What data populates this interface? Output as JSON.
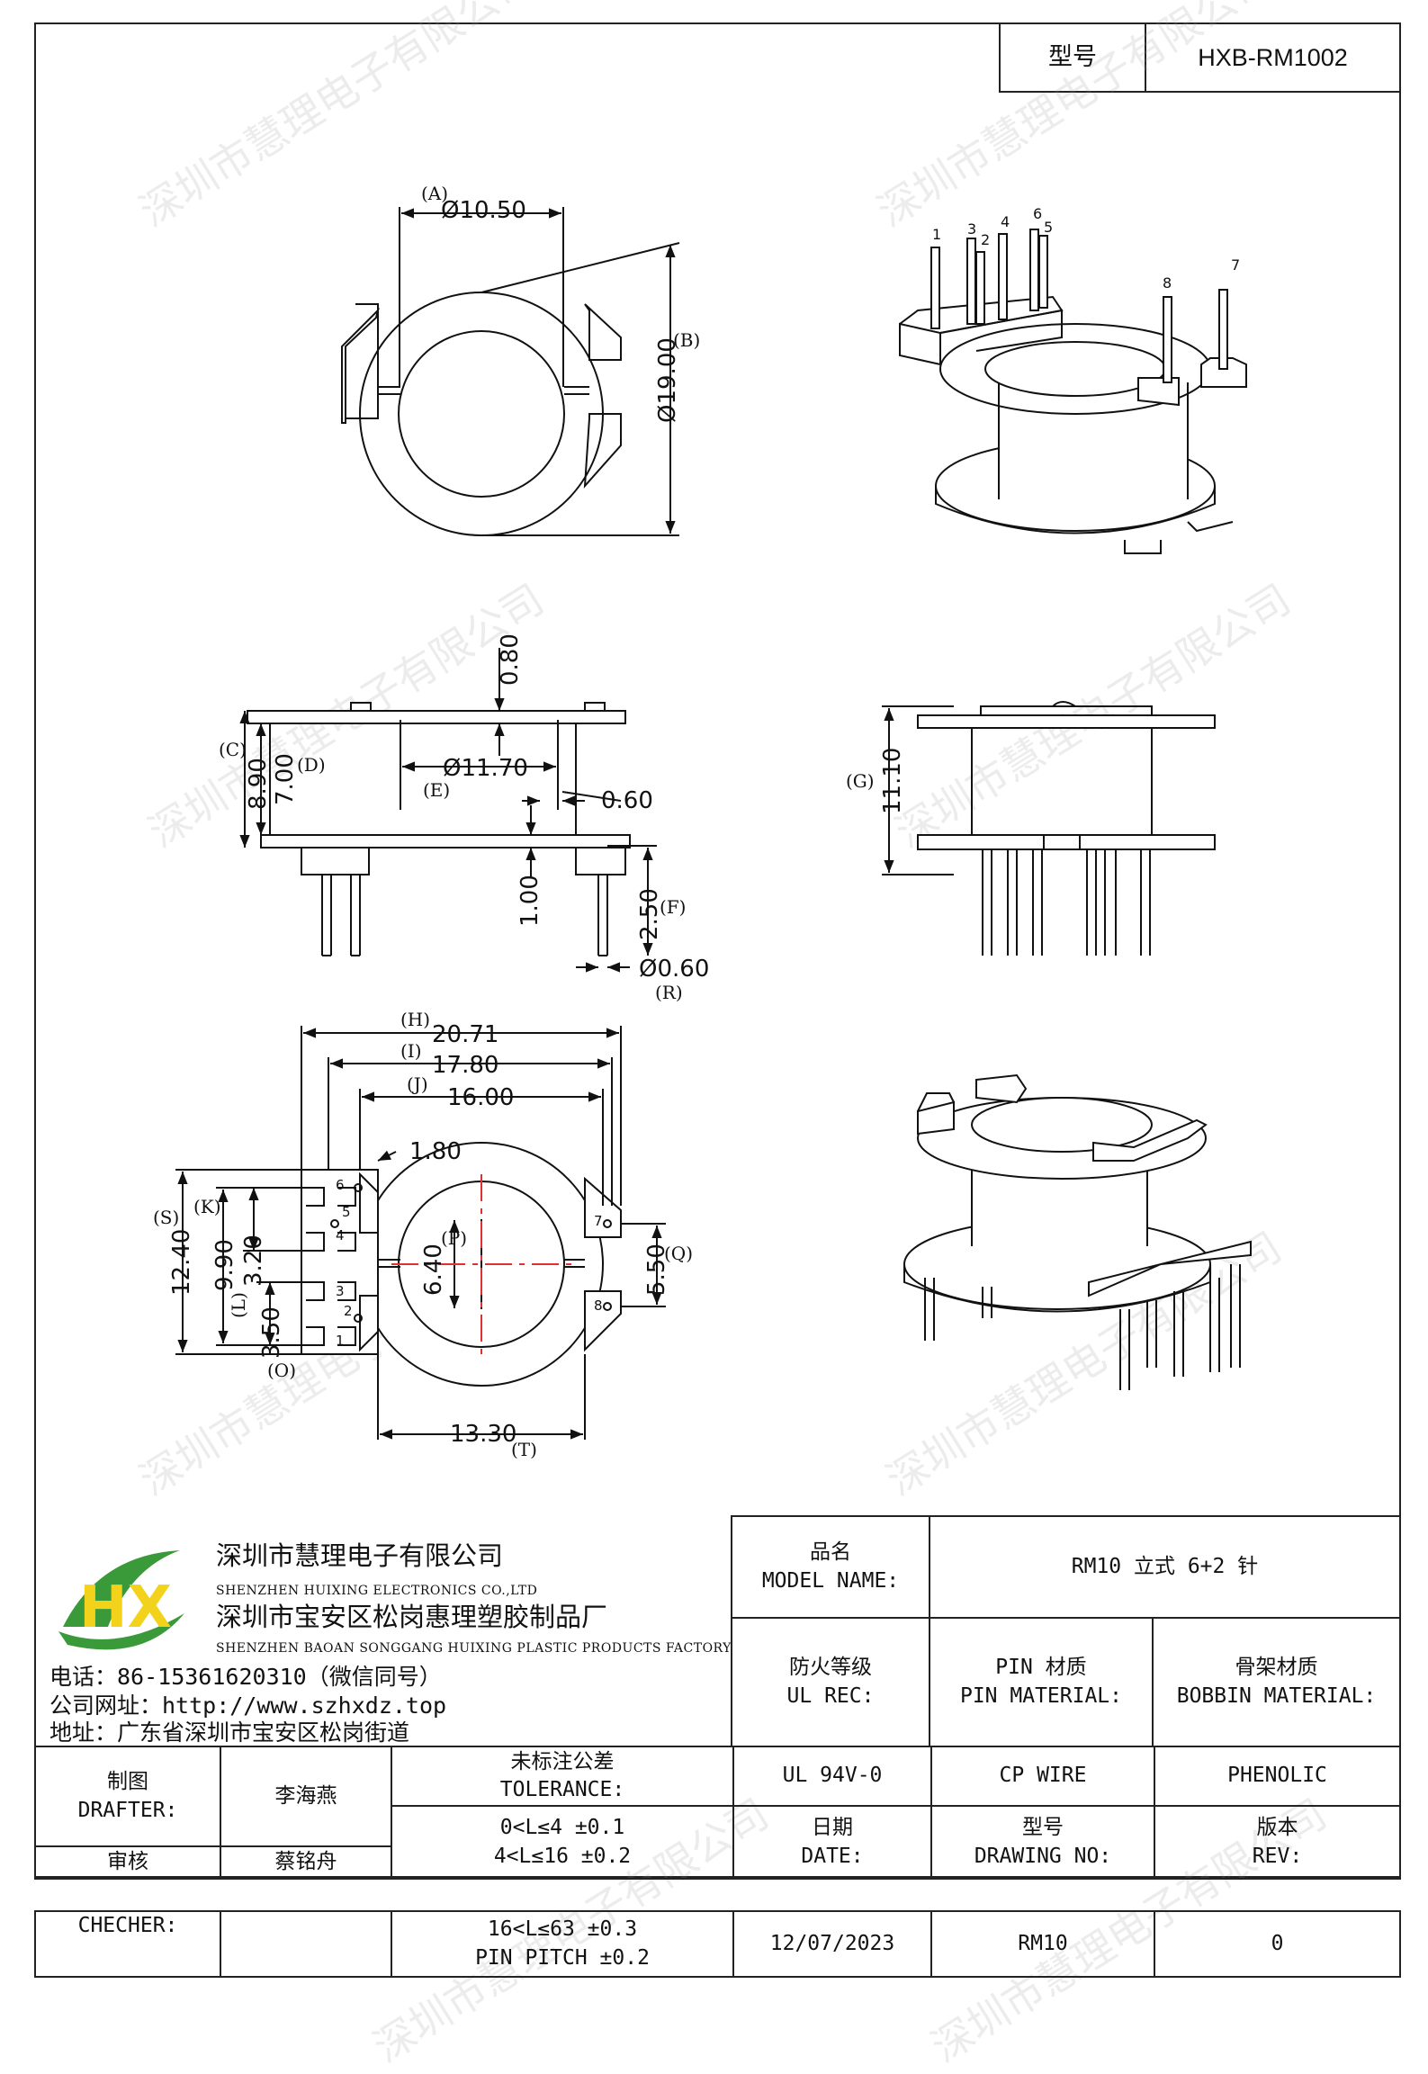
{
  "header": {
    "model_label": "型号",
    "model_value": "HXB-RM1002"
  },
  "watermark": "深圳市慧理电子有限公司",
  "top_view": {
    "dim_a": {
      "tag": "(A)",
      "value": "Ø10.50"
    },
    "dim_b": {
      "tag": "(B)",
      "value": "Ø19.00"
    }
  },
  "iso_top_pins": [
    "1",
    "2",
    "3",
    "4",
    "5",
    "6",
    "7",
    "8"
  ],
  "side_view": {
    "dim_c": {
      "tag": "(C)",
      "value": "8.90"
    },
    "dim_d": {
      "tag": "(D)",
      "value": "7.00"
    },
    "dim_e": {
      "tag": "(E)",
      "value": "Ø11.70"
    },
    "dim_080": "0.80",
    "dim_060": "0.60",
    "dim_100": "1.00",
    "dim_f": {
      "tag": "(F)",
      "value": "2.50"
    },
    "dim_r": {
      "tag": "(R)",
      "value": "Ø0.60"
    }
  },
  "side_view_2": {
    "dim_g": {
      "tag": "(G)",
      "value": "11.10"
    }
  },
  "bottom_view": {
    "dim_h": {
      "tag": "(H)",
      "value": "20.71"
    },
    "dim_i": {
      "tag": "(I)",
      "value": "17.80"
    },
    "dim_j": {
      "tag": "(J)",
      "value": "16.00"
    },
    "dim_180": "1.80",
    "dim_s": {
      "tag": "(S)",
      "value": "12.40"
    },
    "dim_k": {
      "tag": "(K)",
      "value": "9.90"
    },
    "dim_l": {
      "tag": "(L)",
      "value": "3.20"
    },
    "dim_o": {
      "tag": "(O)",
      "value": "3.50"
    },
    "dim_p": {
      "tag": "(P)",
      "value": "6.40"
    },
    "dim_q": {
      "tag": "(Q)",
      "value": "5.50"
    },
    "dim_t": {
      "tag": "(T)",
      "value": "13.30"
    },
    "pins": [
      "1",
      "2",
      "3",
      "4",
      "5",
      "6",
      "7",
      "8"
    ]
  },
  "company": {
    "name_cn": "深圳市慧理电子有限公司",
    "name_en": "SHENZHEN HUIXING ELECTRONICS CO.,LTD",
    "factory_cn": "深圳市宝安区松岗惠理塑胶制品厂",
    "factory_en": "SHENZHEN BAOAN SONGGANG HUIXING PLASTIC PRODUCTS FACTORY",
    "phone": "电话：86-15361620310（微信同号）",
    "website": "公司网址：http://www.szhxdz.top",
    "address": "地址：广东省深圳市宝安区松岗街道",
    "logo_text": "HX",
    "colors": {
      "logo_green": "#3a9a3a",
      "logo_yellow": "#f2d21a"
    }
  },
  "title_block": {
    "model_name_cn": "品名",
    "model_name_en": "MODEL NAME:",
    "model_name_value": "RM10 立式 6+2 针",
    "ul_cn": "防火等级",
    "ul_en": "UL REC:",
    "pin_cn": "PIN 材质",
    "pin_en": "PIN MATERIAL:",
    "bobbin_cn": "骨架材质",
    "bobbin_en": "BOBBIN MATERIAL:",
    "ul_value": "UL 94V-0",
    "pin_value": "CP WIRE",
    "bobbin_value": "PHENOLIC",
    "drafter_cn": "制图",
    "drafter_en": "DRAFTER:",
    "drafter_name": "李海燕",
    "tol_cn": "未标注公差",
    "tol_en": "TOLERANCE:",
    "tol_1": "0<L≤4  ±0.1",
    "tol_2": "4<L≤16 ±0.2",
    "tol_3": "16<L≤63 ±0.3",
    "tol_4": "PIN PITCH ±0.2",
    "checker_cn": "审核",
    "checker_name": "蔡铭舟",
    "checker_en": "CHECHER:",
    "date_cn": "日期",
    "date_en": "DATE:",
    "drawing_cn": "型号",
    "drawing_en": "DRAWING NO:",
    "rev_cn": "版本",
    "rev_en": "REV:",
    "date_value": "12/07/2023",
    "drawing_value": "RM10",
    "rev_value": "0"
  }
}
